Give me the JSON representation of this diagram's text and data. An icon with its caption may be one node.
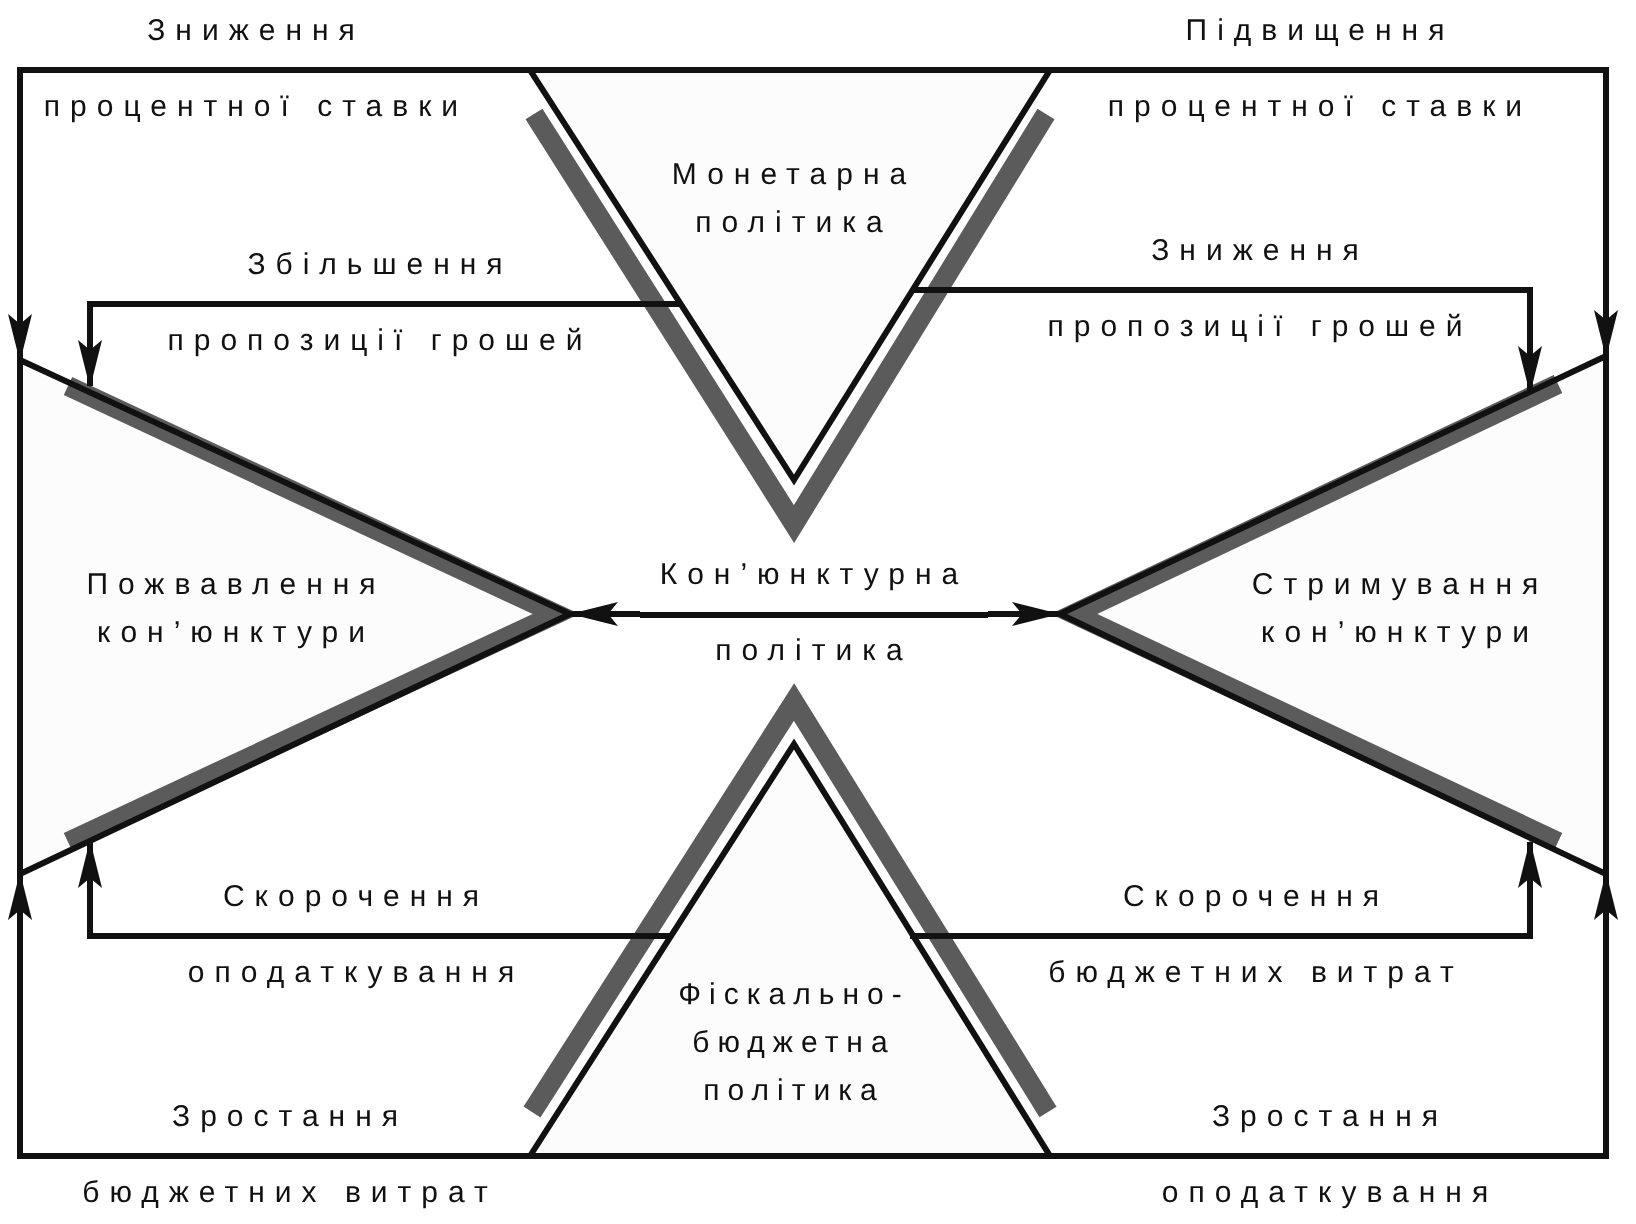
{
  "diagram": {
    "nodes": [
      {
        "text": [
          "Монетарна політика"
        ]
      },
      {
        "text": [
          "Пожвавлення кон’юнктури"
        ]
      },
      {
        "text": [
          "Кон’юнктурна політика"
        ]
      },
      {
        "text": [
          "Стримування кон’юнктури"
        ]
      },
      {
        "text": [
          "Фіскально- бюджетна політика"
        ]
      }
    ],
    "edges": [
      {
        "from": 0,
        "to": 1,
        "arrow": "to",
        "label": "Зниження процентної ставки"
      },
      {
        "from": 0,
        "to": 1,
        "arrow": "to",
        "label": "Збільшення пропозиції грошей"
      },
      {
        "from": 0,
        "to": 3,
        "arrow": "to",
        "label": "Підвищення процентної ставки"
      },
      {
        "from": 0,
        "to": 3,
        "arrow": "to",
        "label": "Зниження пропозиції грошей"
      },
      {
        "from": 2,
        "to": 1,
        "arrow": "to"
      },
      {
        "from": 2,
        "to": 3,
        "arrow": "to"
      },
      {
        "from": 4,
        "to": 1,
        "arrow": "to",
        "label": "Скорочення оподаткування"
      },
      {
        "from": 4,
        "to": 1,
        "arrow": "to",
        "label": "Зростання бюджетних витрат"
      },
      {
        "from": 4,
        "to": 3,
        "arrow": "to",
        "label": "Скорочення бюджетних витрат"
      },
      {
        "from": 4,
        "to": 3,
        "arrow": "to",
        "label": "Зростання оподаткування"
      }
    ]
  }
}
